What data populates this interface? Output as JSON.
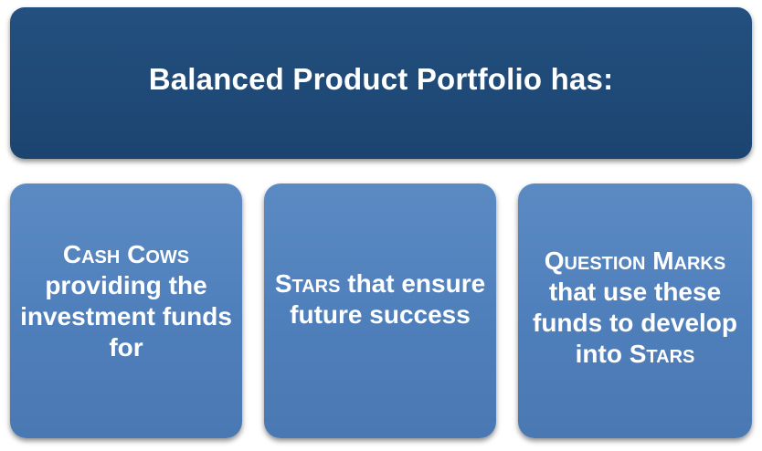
{
  "header": {
    "title": "Balanced Product Portfolio has:"
  },
  "cards": [
    {
      "lead": "Cash Cows",
      "body": " providing the investment funds for"
    },
    {
      "lead": "Stars",
      "body": " that ensure future success"
    },
    {
      "lead": "Question Marks",
      "body": " that use these funds to develop into ",
      "tail": "Stars"
    }
  ],
  "colors": {
    "header_fill": "#1f4a78",
    "card_fill": "#5283be",
    "text": "#ffffff"
  }
}
